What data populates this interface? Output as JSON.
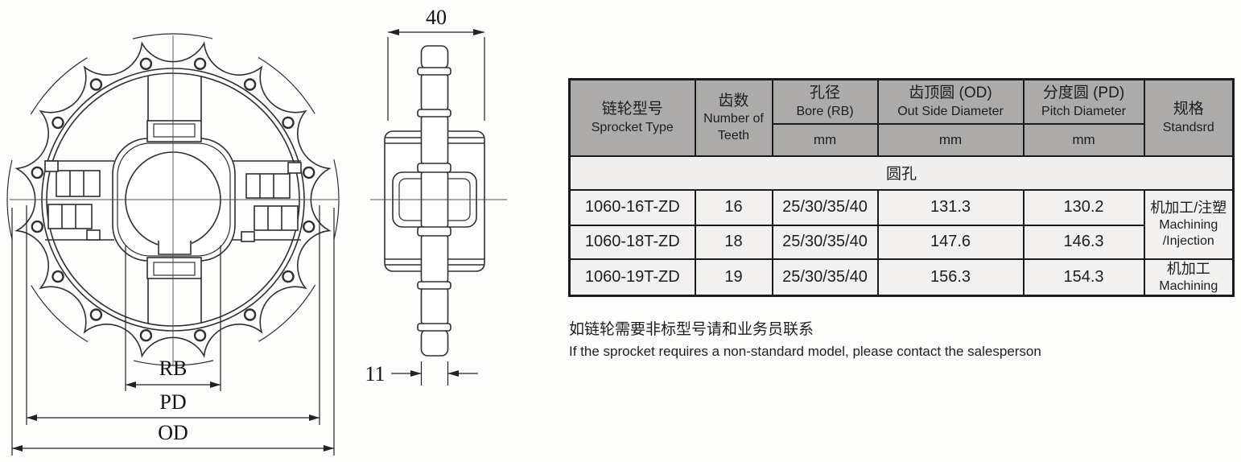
{
  "drawing": {
    "front": {
      "dim_rb": "RB",
      "dim_pd": "PD",
      "dim_od": "OD"
    },
    "side": {
      "dim_width": "40",
      "dim_tooth": "11"
    }
  },
  "table": {
    "header": {
      "sprocket_type": {
        "zh": "链轮型号",
        "en": "Sprocket Type"
      },
      "teeth": {
        "zh": "齿数",
        "en": "Number of Teeth"
      },
      "bore": {
        "zh": "孔径",
        "en": "Bore (RB)",
        "unit": "mm"
      },
      "od": {
        "zh": "齿顶圆 (OD)",
        "en": "Out Side Diameter",
        "unit": "mm"
      },
      "pd": {
        "zh": "分度圆 (PD)",
        "en": "Pitch Diameter",
        "unit": "mm"
      },
      "spec": {
        "zh": "规格",
        "en": "Standsrd"
      }
    },
    "band": "圆孔",
    "rows": [
      {
        "model": "1060-16T-ZD",
        "teeth": "16",
        "bore": "25/30/35/40",
        "od": "131.3",
        "pd": "130.2"
      },
      {
        "model": "1060-18T-ZD",
        "teeth": "18",
        "bore": "25/30/35/40",
        "od": "147.6",
        "pd": "146.3"
      },
      {
        "model": "1060-19T-ZD",
        "teeth": "19",
        "bore": "25/30/35/40",
        "od": "156.3",
        "pd": "154.3"
      }
    ],
    "spec_merged": {
      "zh": "机加工/注塑",
      "en_line1": "Machining",
      "en_line2": "/Injection"
    },
    "spec_row3": {
      "zh": "机加工",
      "en": "Machining"
    }
  },
  "notes": {
    "zh": "如链轮需要非标型号请和业务员联系",
    "en": "If the sprocket requires a non-standard model, please contact the salesperson"
  },
  "colors": {
    "header_bg": "#adaba9",
    "row_bg": "#f2f1ef",
    "border": "#1b1b1b",
    "line": "#2e2e2e"
  }
}
